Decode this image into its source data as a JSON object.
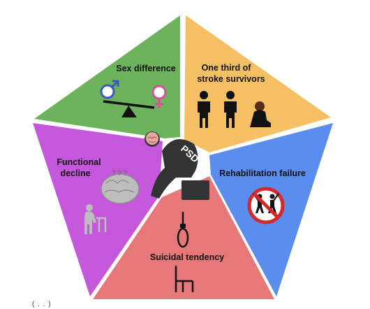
{
  "center": {
    "label": "PSD"
  },
  "segments": [
    {
      "id": "sex-difference",
      "lines": [
        "Sex difference"
      ],
      "color": "#6db35b",
      "icon": "male-female-balance-icon"
    },
    {
      "id": "stroke-survivors",
      "lines": [
        "One third of",
        "stroke survivors"
      ],
      "color": "#f5c064",
      "icon": "people-icon"
    },
    {
      "id": "rehabilitation-failure",
      "lines": [
        "Rehabilitation failure"
      ],
      "color": "#5b8def",
      "icon": "no-activity-icon"
    },
    {
      "id": "suicidal-tendency",
      "lines": [
        "Suicidal tendency"
      ],
      "color": "#e7787a",
      "icon": "noose-chair-icon"
    },
    {
      "id": "functional-decline",
      "lines": [
        "Functional",
        "decline"
      ],
      "color": "#c557dd",
      "icon": "brain-walker-icon"
    }
  ],
  "decor": {
    "question_marks": "? ? ?",
    "stray_text": "( . . )"
  }
}
